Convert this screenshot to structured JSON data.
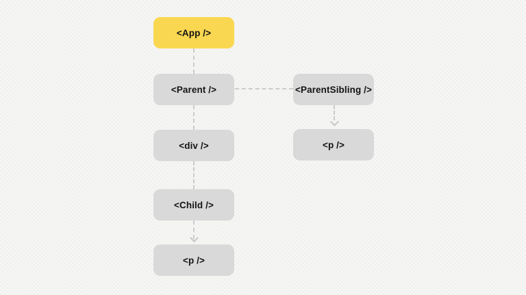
{
  "diagram": {
    "type": "component-tree",
    "nodes": [
      {
        "id": "app",
        "label": "<App />",
        "variant": "highlight"
      },
      {
        "id": "parent",
        "label": "<Parent />",
        "variant": "default"
      },
      {
        "id": "parent-sibling",
        "label": "<ParentSibling />",
        "variant": "default"
      },
      {
        "id": "div",
        "label": "<div />",
        "variant": "default"
      },
      {
        "id": "p-right",
        "label": "<p />",
        "variant": "default"
      },
      {
        "id": "child",
        "label": "<Child />",
        "variant": "default"
      },
      {
        "id": "p-left",
        "label": "<p />",
        "variant": "default"
      }
    ],
    "edges": [
      {
        "from": "app",
        "to": "parent",
        "style": "dashed",
        "arrow": false
      },
      {
        "from": "parent",
        "to": "parent-sibling",
        "style": "dashed",
        "arrow": false
      },
      {
        "from": "parent",
        "to": "div",
        "style": "dashed",
        "arrow": false
      },
      {
        "from": "div",
        "to": "child",
        "style": "dashed",
        "arrow": false
      },
      {
        "from": "child",
        "to": "p-left",
        "style": "dashed",
        "arrow": true
      },
      {
        "from": "parent-sibling",
        "to": "p-right",
        "style": "dashed",
        "arrow": true
      }
    ],
    "colors": {
      "highlight_fill": "#FAD751",
      "node_fill": "#D9D9D9",
      "edge": "#CBCBCB",
      "text": "#141414",
      "background": "#F6F6F4"
    }
  }
}
